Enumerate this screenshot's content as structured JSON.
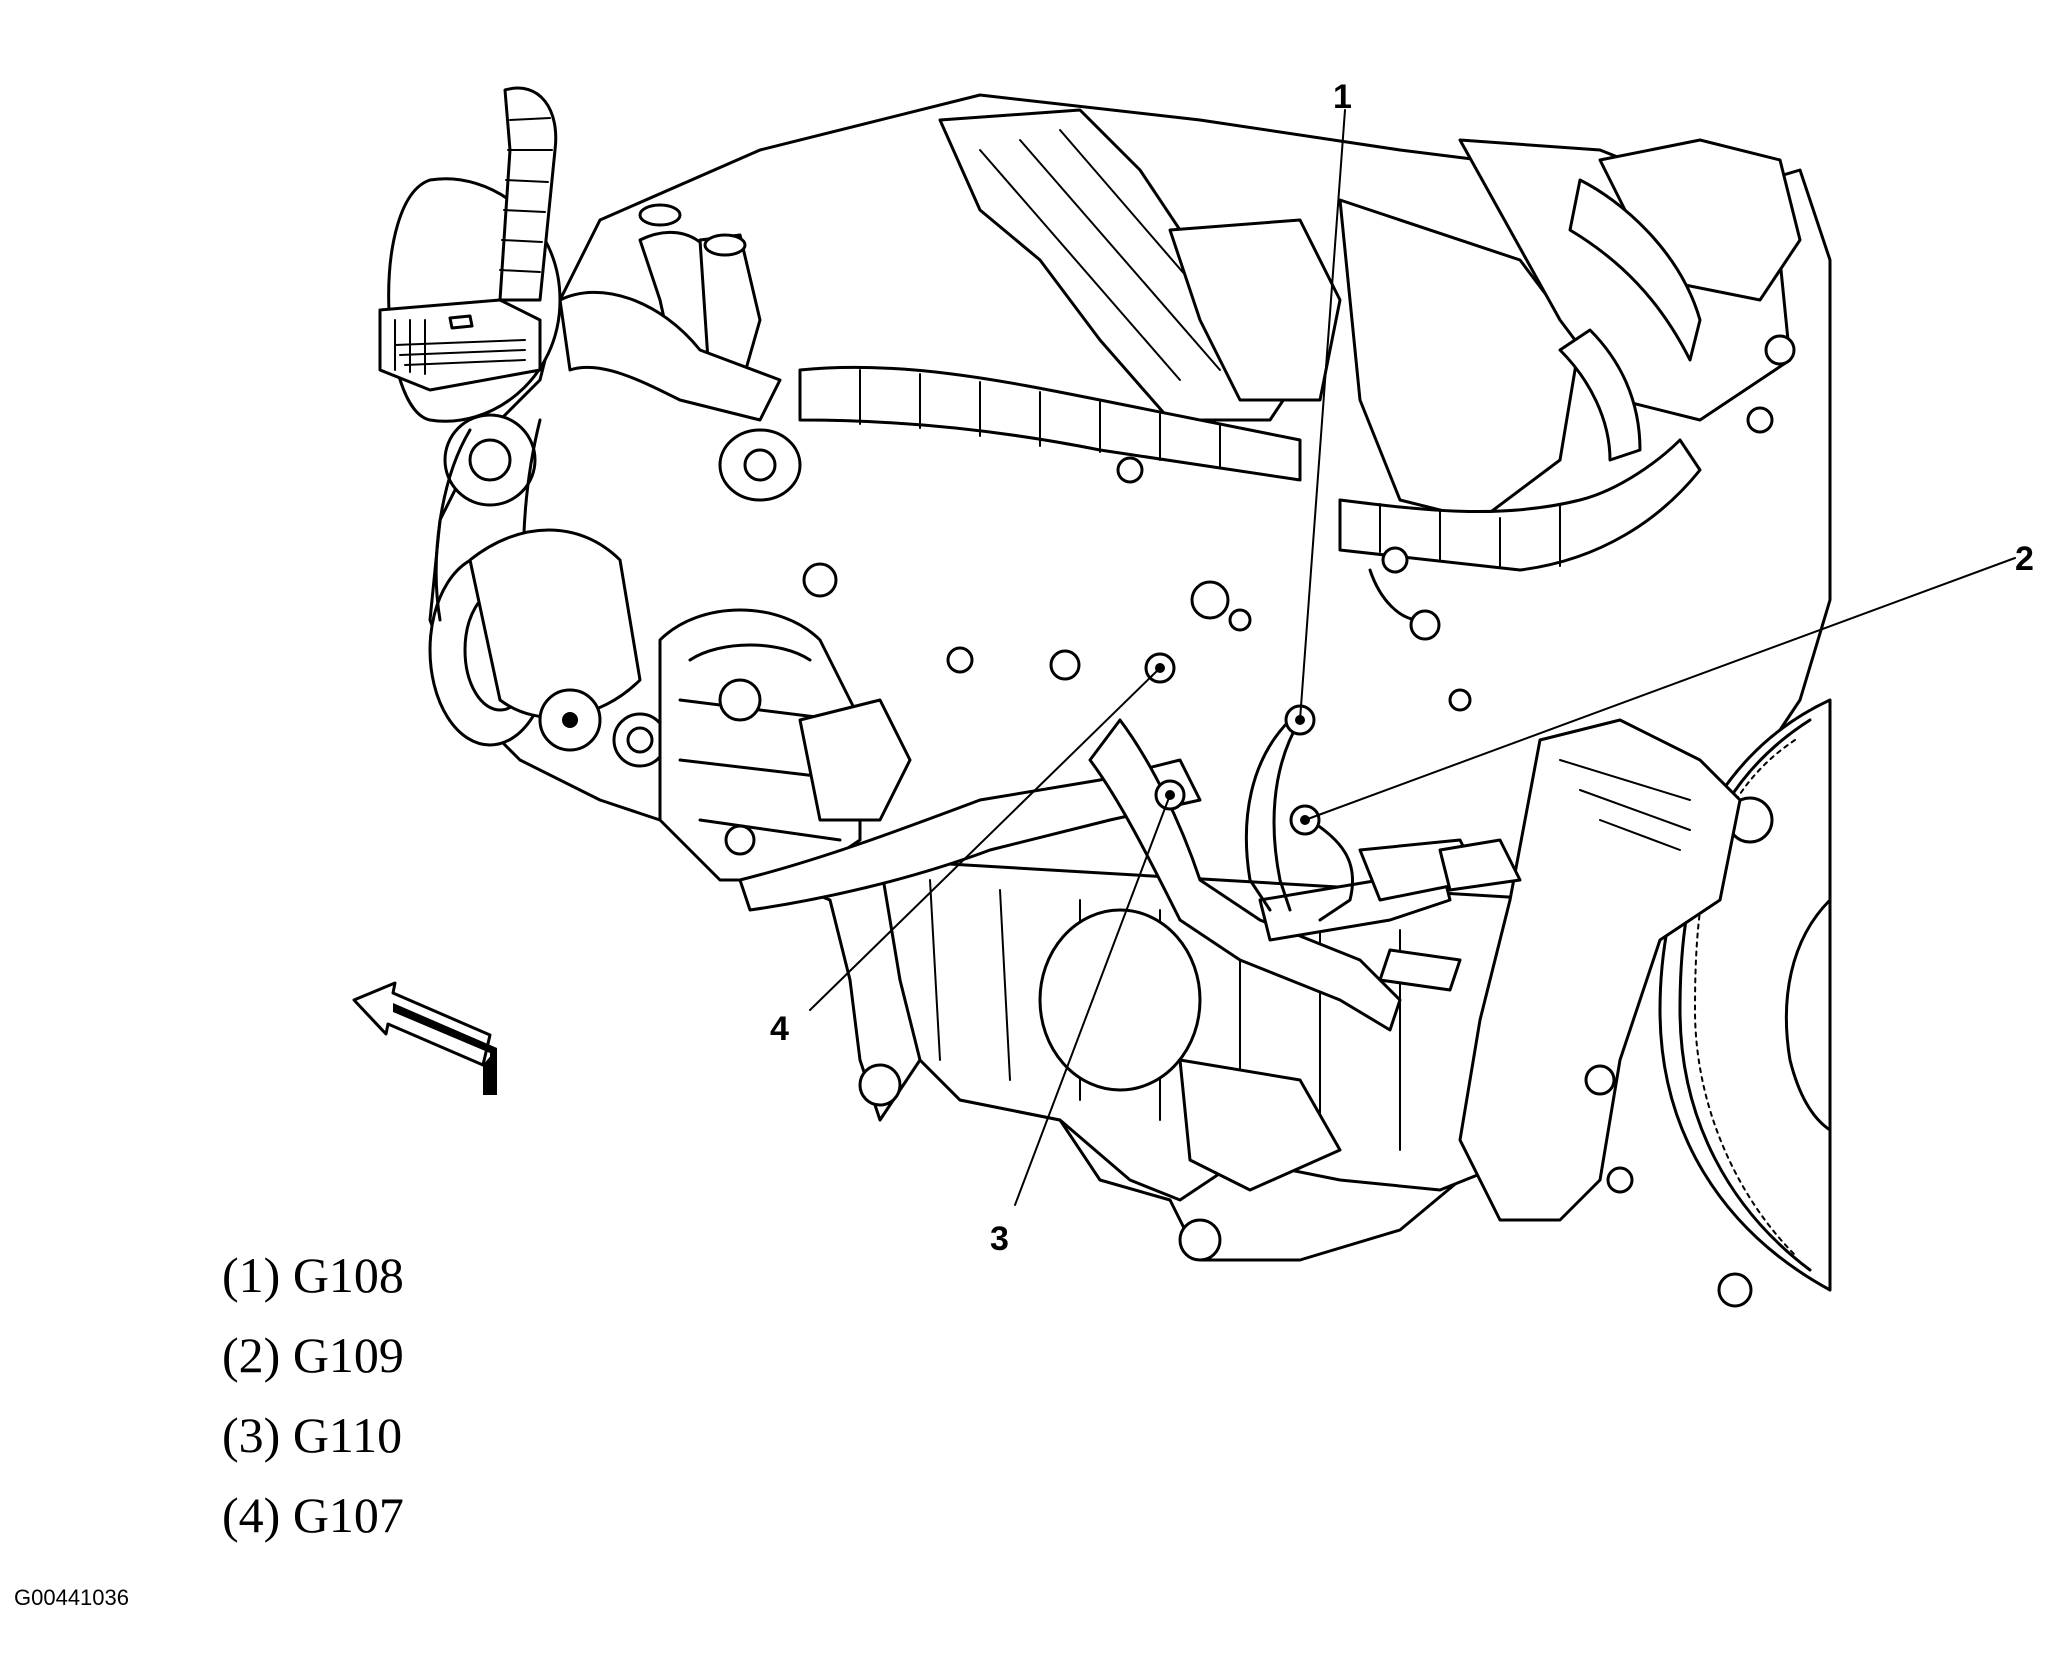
{
  "callouts": [
    {
      "number": "1"
    },
    {
      "number": "2"
    },
    {
      "number": "3"
    },
    {
      "number": "4"
    }
  ],
  "legend": [
    {
      "index": "(1)",
      "code": "G108"
    },
    {
      "index": "(2)",
      "code": "G109"
    },
    {
      "index": "(3)",
      "code": "G110"
    },
    {
      "index": "(4)",
      "code": "G107"
    }
  ],
  "figure_id": "G00441036"
}
